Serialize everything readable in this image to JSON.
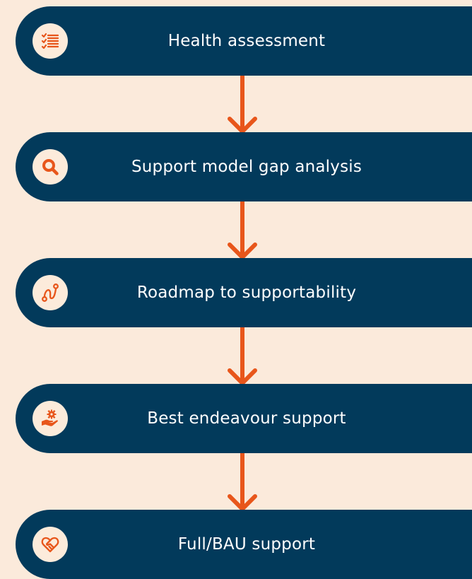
{
  "colors": {
    "background": "#fbeadb",
    "step_fill": "#023a5b",
    "accent": "#e8561b",
    "badge_fill": "#fcebdb",
    "label_text": "#ffffff"
  },
  "steps": [
    {
      "label": "Health assessment",
      "icon": "checklist-icon"
    },
    {
      "label": "Support model gap analysis",
      "icon": "magnifier-icon"
    },
    {
      "label": "Roadmap to supportability",
      "icon": "route-icon"
    },
    {
      "label": "Best endeavour support",
      "icon": "hand-gear-icon"
    },
    {
      "label": "Full/BAU support",
      "icon": "heart-handshake-icon"
    }
  ]
}
